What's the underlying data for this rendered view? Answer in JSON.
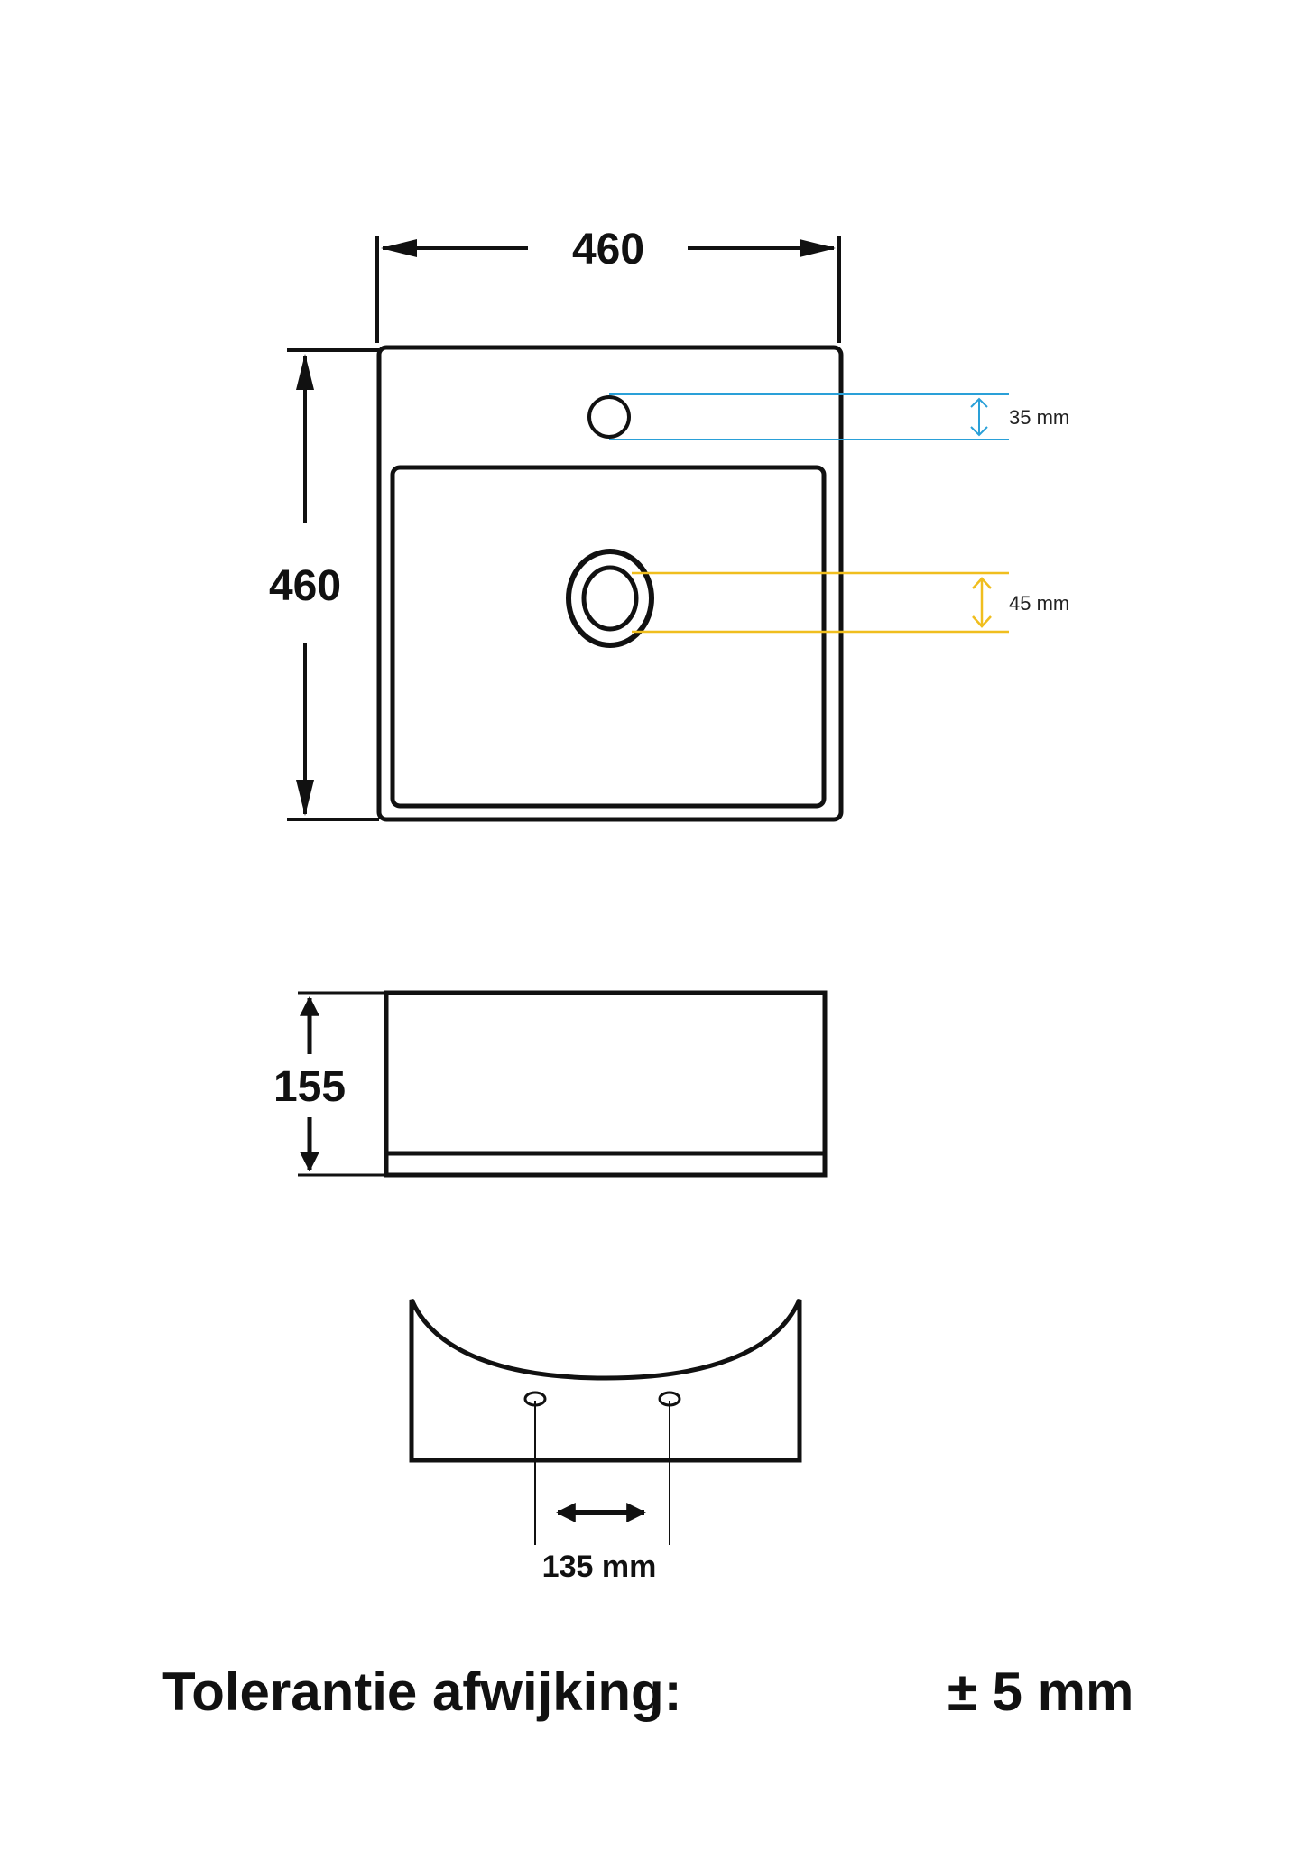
{
  "top_view": {
    "width_label": "460",
    "height_label": "460",
    "faucet_hole_label": "35 mm",
    "drain_label": "45 mm"
  },
  "side_view": {
    "height_label": "155"
  },
  "back_view": {
    "spacing_label": "135 mm"
  },
  "footer": {
    "tolerance_label": "Tolerantie afwijking:",
    "tolerance_value": "± 5 mm"
  },
  "colors": {
    "outline": "#111111",
    "faucet_guide": "#2aa0d8",
    "drain_guide": "#f0be1e"
  }
}
